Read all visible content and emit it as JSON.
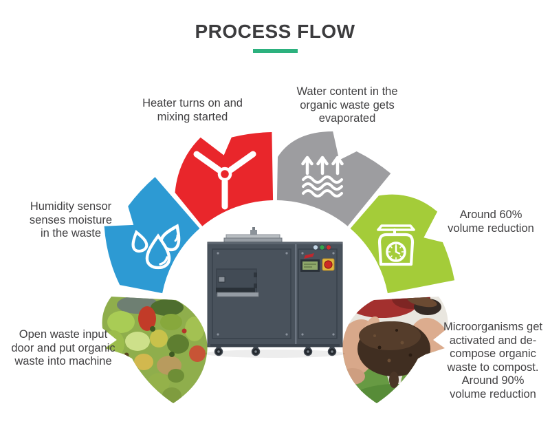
{
  "title": {
    "text": "PROCESS FLOW"
  },
  "colors": {
    "title_text": "#3C3C3E",
    "accent_underline": "#2CB17E",
    "label_text": "#414042",
    "step_humidity": "#2D9AD3",
    "step_heating": "#E9262B",
    "step_evaporation": "#9D9DA0",
    "step_reduction": "#A4CC39",
    "icon_stroke": "#FFFFFF"
  },
  "process": {
    "type": "process-flow",
    "center_media": "composting-machine-photo",
    "steps": [
      {
        "name": "waste-input",
        "kind": "photo",
        "media": "organic-waste-vegetables-photo",
        "lines": [
          "Open waste input",
          "door and put organic",
          "waste into machine"
        ]
      },
      {
        "name": "humidity-sensing",
        "kind": "arc-segment",
        "icon": "water-drops-icon",
        "lines": [
          "Humidity sensor",
          "senses moisture",
          "in the waste"
        ]
      },
      {
        "name": "heating-mixing",
        "kind": "arc-segment",
        "icon": "mixer-fan-icon",
        "lines": [
          "Heater turns on and",
          "mixing started"
        ]
      },
      {
        "name": "evaporation",
        "kind": "arc-segment",
        "icon": "evaporation-arrows-icon",
        "lines": [
          "Water content in the",
          "organic waste gets",
          "evaporated"
        ]
      },
      {
        "name": "volume-reduction",
        "kind": "arc-segment",
        "icon": "weighing-scale-icon",
        "lines": [
          "Around 60%",
          "volume reduction"
        ]
      },
      {
        "name": "compost-output",
        "kind": "photo",
        "media": "hands-holding-compost-photo",
        "lines": [
          "Microorganisms get",
          "activated and de-",
          "compose organic",
          "waste to compost.",
          "Around 90%",
          "volume reduction"
        ]
      }
    ]
  }
}
